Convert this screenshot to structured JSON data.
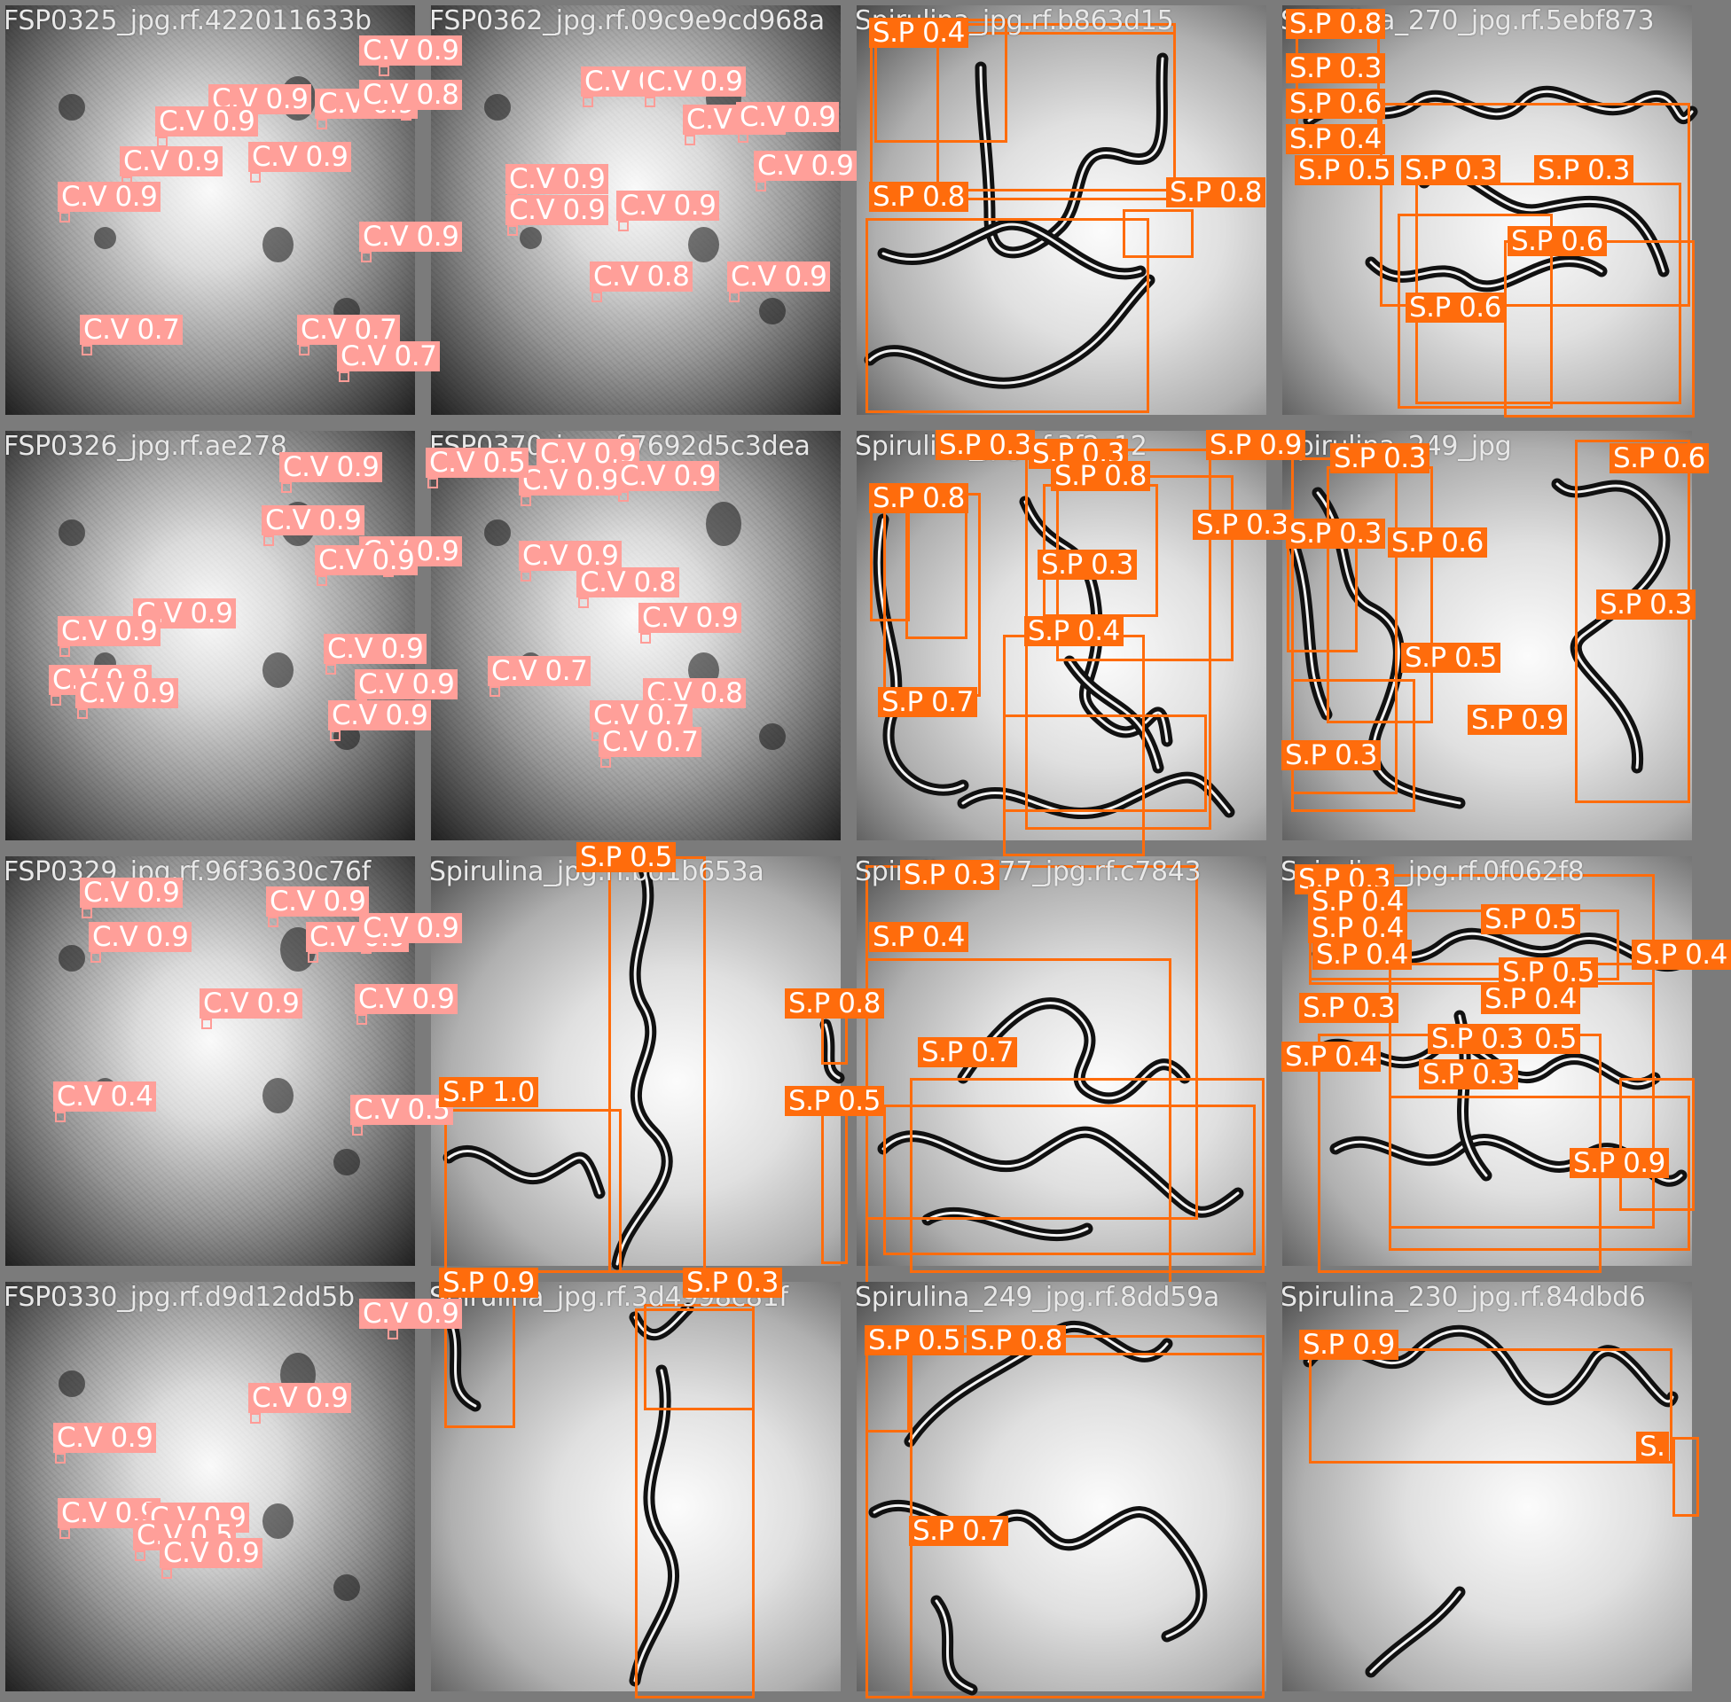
{
  "colors": {
    "cv_label": "#ff9f99",
    "sp_label": "#ff6c0c",
    "background": "#7b7b7b"
  },
  "tiles": [
    {
      "row": 0,
      "col": 0,
      "kind": "cv",
      "filename": "FSP0325_jpg.rf.422011633b",
      "labels": [
        "C.V 0.9",
        "C.V 0.9",
        "C.V 0.9",
        "C.V 0.8",
        "C.V 0.9",
        "C.V 0.9",
        "C.V 0.9",
        "C.V 0.9",
        "C.V 0.9",
        "C.V 0.7",
        "C.V 0.7",
        "C.V 0.7"
      ]
    },
    {
      "row": 0,
      "col": 1,
      "kind": "cv",
      "filename": "FSP0362_jpg.rf.09c9e9cd968a",
      "labels": [
        "C.V 0.9",
        "C.V 0.9",
        "C.V 0.8",
        "C.V 0.9",
        "C.V 0.9",
        "C.V 0.9",
        "C.V 0.9",
        "C.V 0.9",
        "C.V 0.8",
        "C.V 0.9"
      ]
    },
    {
      "row": 0,
      "col": 2,
      "kind": "sp",
      "filename": "Spirulina_jpg.rf.b863d15",
      "labels": [
        "S.P 0.4",
        "S.P 0.8",
        "S.P 0.8"
      ]
    },
    {
      "row": 0,
      "col": 3,
      "kind": "sp",
      "filename": "Spirulina_270_jpg.rf.5ebf873",
      "labels": [
        "S.P 0.8",
        "S.P 0.3",
        "S.P 0.6",
        "S.P 0.4",
        "S.P 0.5",
        "S.P 0.3",
        "S.P 0.3",
        "S.P 0.6",
        "S.P 0.6"
      ]
    },
    {
      "row": 1,
      "col": 0,
      "kind": "cv",
      "filename": "FSP0326_jpg.rf.ae278",
      "labels": [
        "C.V 0.9",
        "C.V 0.9",
        "C.V 0.9",
        "C.V 0.9",
        "C.V 0.9",
        "C.V 0.9",
        "C.V 0.9",
        "C.V 0.8",
        "C.V 0.9",
        "C.V 0.9",
        "C.V 0.9"
      ]
    },
    {
      "row": 1,
      "col": 1,
      "kind": "cv",
      "filename": "FSP0370_jpg.rf.7692d5c3dea",
      "labels": [
        "C.V 0.9",
        "C.V 0.9",
        "C.V 0.9",
        "C.V 0.9",
        "C.V 0.8",
        "C.V 0.9",
        "C.V 0.7",
        "C.V 0.8",
        "C.V 0.7",
        "C.V 0.7",
        "C.V 0.5"
      ]
    },
    {
      "row": 1,
      "col": 2,
      "kind": "sp",
      "filename": "Spirulina_jpg.rf.3f2c12",
      "labels": [
        "S.P 0.3",
        "S.P 0.3",
        "S.P 0.8",
        "S.P 0.9",
        "S.P 0.3",
        "S.P 0.8",
        "S.P 0.3",
        "S.P 0.4",
        "S.P 0.7"
      ]
    },
    {
      "row": 1,
      "col": 3,
      "kind": "sp",
      "filename": "Spirulina_249_jpg",
      "labels": [
        "S.P 0.3",
        "S.P 0.6",
        "S.P 0.3",
        "S.P 0.6",
        "S.P 0.3",
        "S.P 0.5",
        "S.P 0.9",
        "S.P 0.3"
      ]
    },
    {
      "row": 2,
      "col": 0,
      "kind": "cv",
      "filename": "FSP0329_jpg.rf.96f3630c76f",
      "labels": [
        "C.V 0.9",
        "C.V 0.9",
        "C.V 0.9",
        "C.V 0.9",
        "C.V 0.9",
        "C.V 0.9",
        "C.V 0.9",
        "C.V 0.4",
        "C.V 0.5"
      ]
    },
    {
      "row": 2,
      "col": 1,
      "kind": "sp",
      "filename": "Spirulina_jpg.rf.bd1b653a",
      "labels": [
        "S.P 0.5",
        "S.P 0.8",
        "S.P 1.0",
        "S.P 0.5"
      ]
    },
    {
      "row": 2,
      "col": 2,
      "kind": "sp",
      "filename": "Spirulina_077_jpg.rf.c7843",
      "labels": [
        "S.P 0.3",
        "S.P 0.4",
        "S.P 0.7"
      ]
    },
    {
      "row": 2,
      "col": 3,
      "kind": "sp",
      "filename": "Spirulina_jpg.rf.0f062f8",
      "labels": [
        "S.P 0.3",
        "S.P 0.4",
        "S.P 0.4",
        "S.P 0.4",
        "S.P 0.4",
        "S.P 0.5",
        "S.P 0.5",
        "S.P 0.4",
        "S.P 0.5",
        "S.P 0.3",
        "S.P 0.3",
        "S.P 0.4",
        "S.P 0.3",
        "S.P 0.9"
      ]
    },
    {
      "row": 3,
      "col": 0,
      "kind": "cv",
      "filename": "FSP0330_jpg.rf.d9d12dd5b",
      "labels": [
        "C.V 0.9",
        "C.V 0.9",
        "C.V 0.9",
        "C.V 0.9",
        "C.V 0.9",
        "C.V 0.5",
        "C.V 0.9"
      ]
    },
    {
      "row": 3,
      "col": 1,
      "kind": "sp",
      "filename": "Spirulina_jpg.rf.3d4998c81f",
      "labels": [
        "S.P 0.9",
        "S.P 0.3"
      ]
    },
    {
      "row": 3,
      "col": 2,
      "kind": "sp",
      "filename": "Spirulina_249_jpg.rf.8dd59a",
      "labels": [
        "S.P 0.5",
        "S.P 0.8",
        "S.P 0.7"
      ]
    },
    {
      "row": 3,
      "col": 3,
      "kind": "sp",
      "filename": "Spirulina_230_jpg.rf.84dbd6",
      "labels": [
        "S.P 0.9",
        "S."
      ]
    }
  ]
}
